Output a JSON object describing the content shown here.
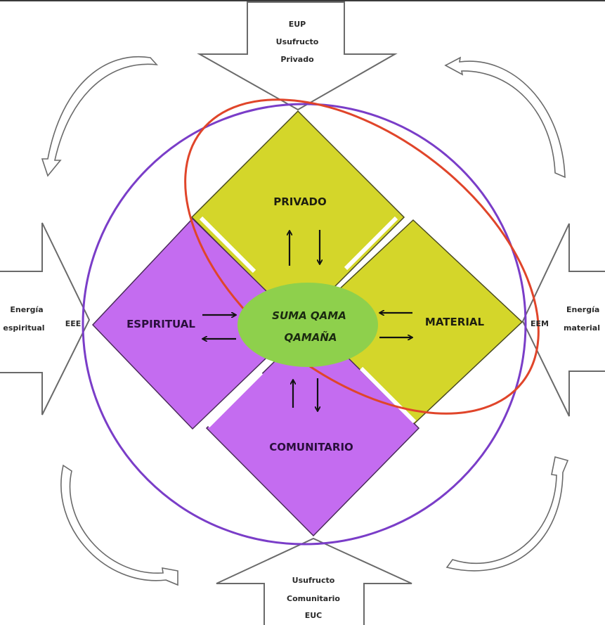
{
  "diagram": {
    "center": {
      "line1": "SUMA QAMA",
      "line2": "QAMAÑA",
      "color": "#8ed04c"
    },
    "regions": {
      "top": {
        "label": "PRIVADO",
        "color": "#d4d62a",
        "text_color": "#1e1e10"
      },
      "right": {
        "label": "MATERIAL",
        "color": "#d4d62a",
        "text_color": "#1e1e10"
      },
      "left": {
        "label": "ESPIRITUAL",
        "color": "#c46cf0",
        "text_color": "#2a0f3c"
      },
      "bottom": {
        "label": "COMUNITARIO",
        "color": "#c46cf0",
        "text_color": "#2a0f3c"
      }
    },
    "inputs": {
      "top": {
        "lines": [
          "EUP",
          "Usufructo",
          "Privado"
        ]
      },
      "bottom": {
        "lines": [
          "Usufructo",
          "Comunitario",
          "EUC"
        ]
      },
      "left": {
        "lines": [
          "Energía",
          "espiritual"
        ],
        "code": "EEE"
      },
      "right": {
        "lines": [
          "Energía",
          "material"
        ],
        "code": "EEM"
      }
    },
    "rings": {
      "circle_color": "#7a3dc8",
      "ellipse_color": "#e0452a"
    },
    "cycle_arrows": [
      "top-left",
      "top-right",
      "bottom-left",
      "bottom-right"
    ]
  }
}
